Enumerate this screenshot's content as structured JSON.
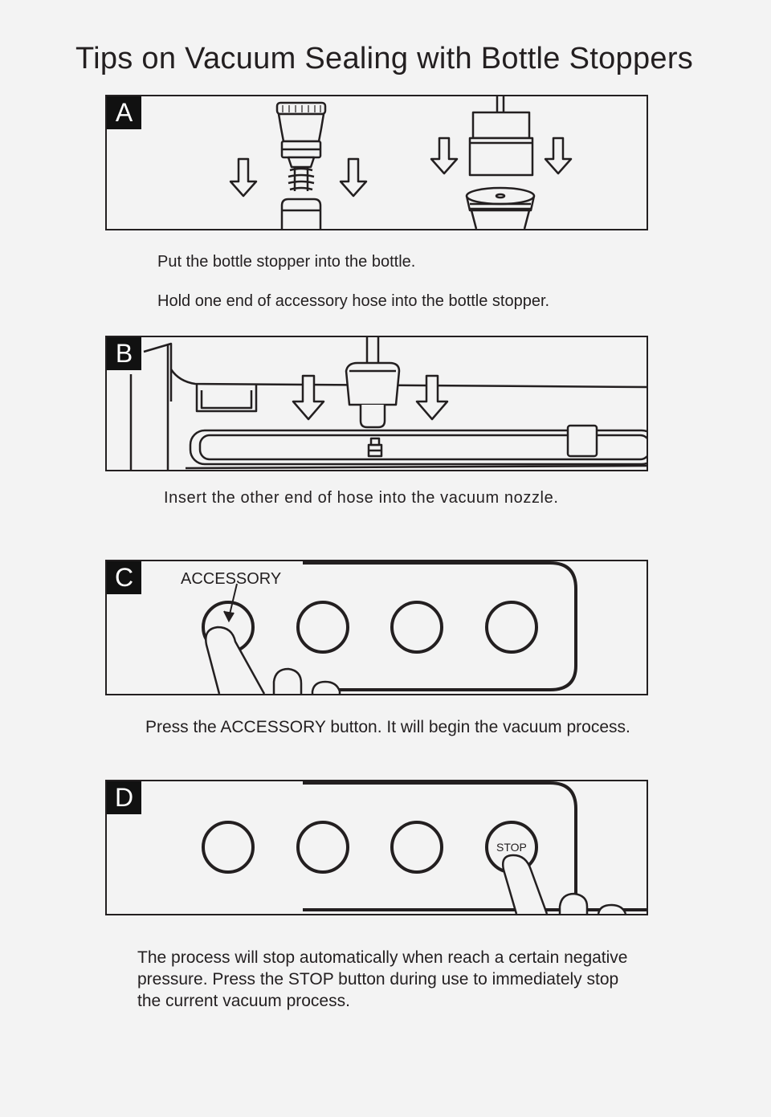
{
  "title": "Tips on Vacuum Sealing with Bottle Stoppers",
  "panels": {
    "a": {
      "letter": "A"
    },
    "b": {
      "letter": "B"
    },
    "c": {
      "letter": "C",
      "button_label": "ACCESSORY"
    },
    "d": {
      "letter": "D",
      "button_label": "STOP"
    }
  },
  "steps": {
    "a_line1": "Put the bottle stopper into the bottle.",
    "a_line2": "Hold one end of accessory hose into the bottle stopper.",
    "b": "Insert the other end of hose into the vacuum nozzle.",
    "c": "Press the ACCESSORY button. It will begin the vacuum process.",
    "d": "The process will stop automatically when reach a certain negative pressure. Press the STOP button during use to immediately stop the current vacuum process."
  },
  "icons": [
    "down-arrow-icon",
    "bottle-stopper-icon",
    "vacuum-hose-icon",
    "vacuum-nozzle-icon",
    "finger-icon"
  ],
  "colors": {
    "ink": "#231f20",
    "background": "#f3f3f3",
    "letter_badge": "#111111"
  }
}
